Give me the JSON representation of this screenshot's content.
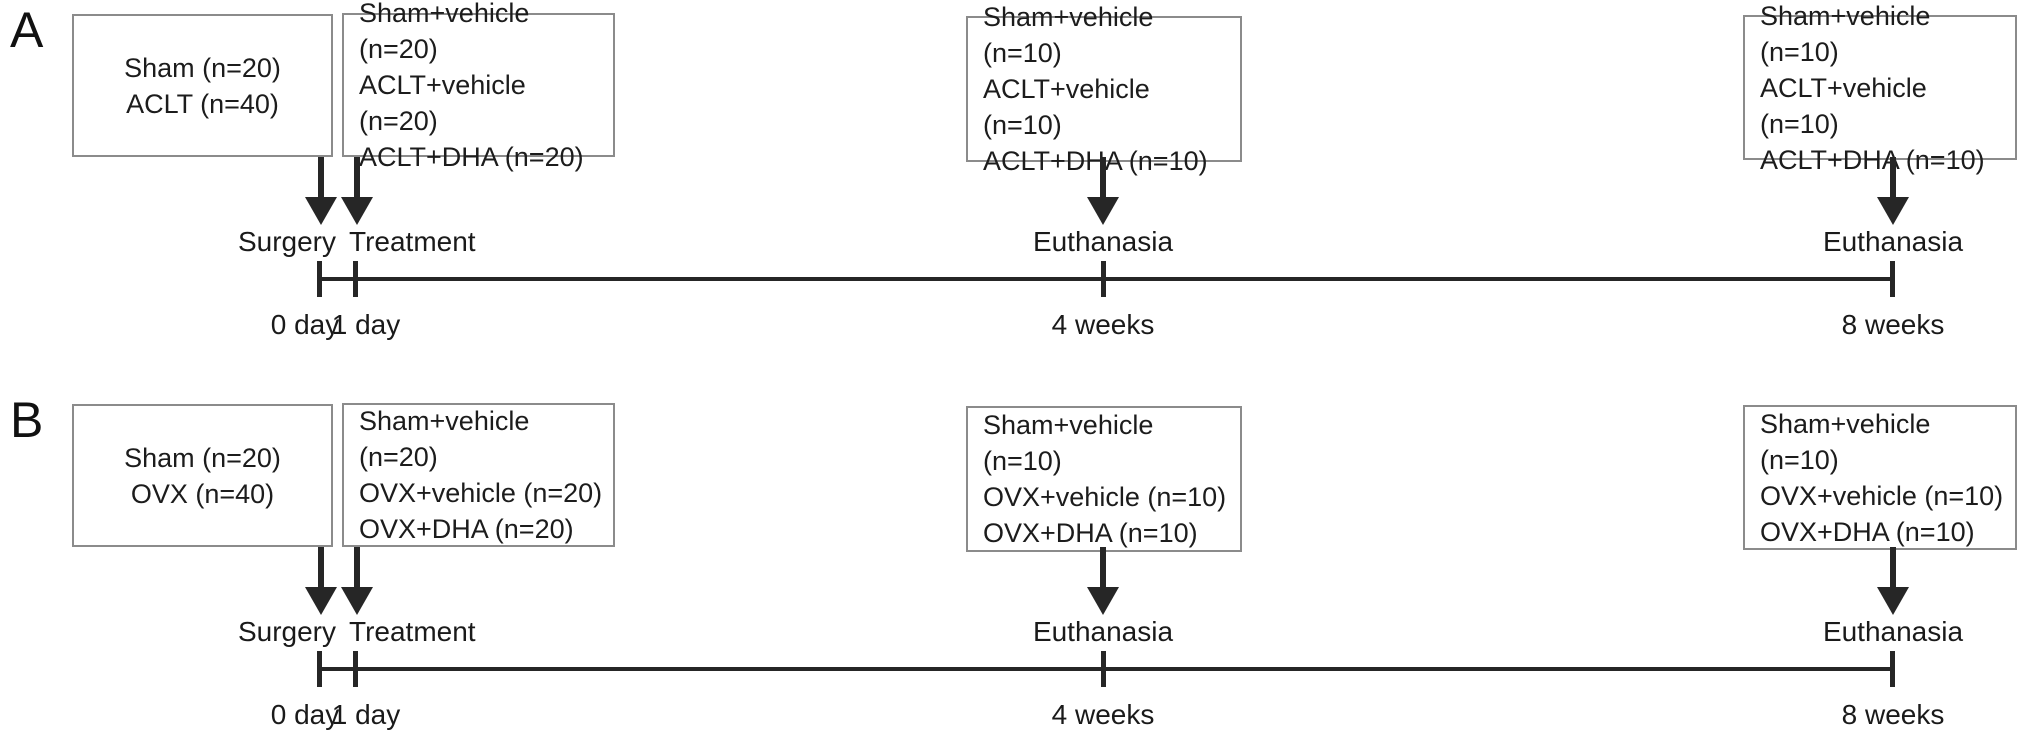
{
  "figure": {
    "colors": {
      "text": "#1a1a1a",
      "box_border": "#8b8b8b",
      "line_and_arrows": "#262626",
      "background": "#ffffff"
    },
    "panels": [
      {
        "label": "A",
        "boxes": [
          {
            "lines": [
              "Sham (n=20)",
              "ACLT (n=40)"
            ]
          },
          {
            "lines": [
              "Sham+vehicle (n=20)",
              "ACLT+vehicle (n=20)",
              "ACLT+DHA (n=20)"
            ]
          },
          {
            "lines": [
              "Sham+vehicle (n=10)",
              "ACLT+vehicle (n=10)",
              "ACLT+DHA (n=10)"
            ]
          },
          {
            "lines": [
              "Sham+vehicle (n=10)",
              "ACLT+vehicle (n=10)",
              "ACLT+DHA (n=10)"
            ]
          }
        ],
        "events": [
          "Surgery",
          "Treatment",
          "Euthanasia",
          "Euthanasia"
        ],
        "tick_labels": [
          "0 day",
          "1 day",
          "4 weeks",
          "8 weeks"
        ]
      },
      {
        "label": "B",
        "boxes": [
          {
            "lines": [
              "Sham (n=20)",
              "OVX (n=40)"
            ]
          },
          {
            "lines": [
              "Sham+vehicle (n=20)",
              "OVX+vehicle (n=20)",
              "OVX+DHA (n=20)"
            ]
          },
          {
            "lines": [
              "Sham+vehicle (n=10)",
              "OVX+vehicle (n=10)",
              "OVX+DHA (n=10)"
            ]
          },
          {
            "lines": [
              "Sham+vehicle (n=10)",
              "OVX+vehicle (n=10)",
              "OVX+DHA (n=10)"
            ]
          }
        ],
        "events": [
          "Surgery",
          "Treatment",
          "Euthanasia",
          "Euthanasia"
        ],
        "tick_labels": [
          "0 day",
          "1 day",
          "4 weeks",
          "8 weeks"
        ]
      }
    ]
  }
}
